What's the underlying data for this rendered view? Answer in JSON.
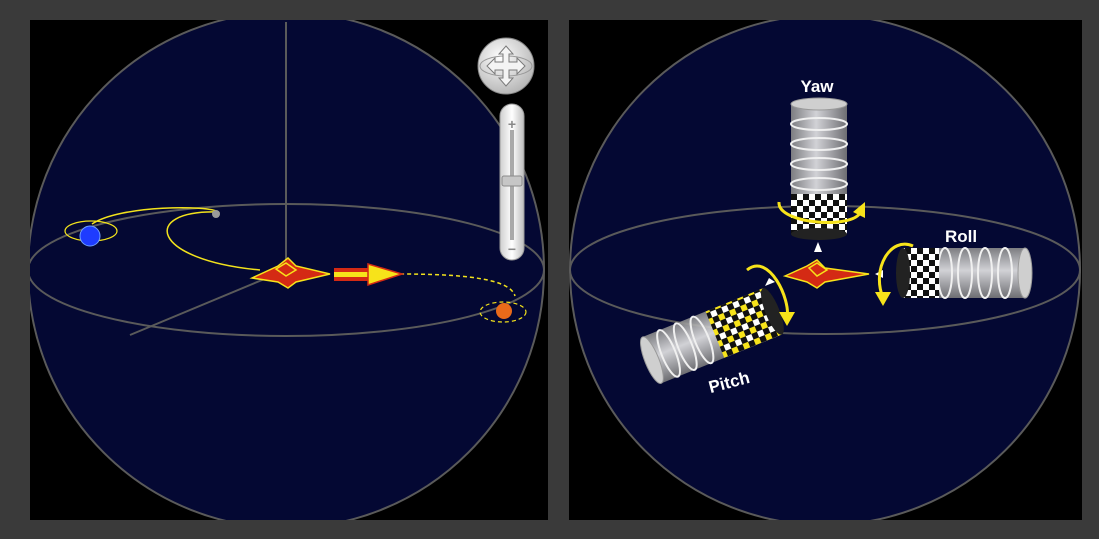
{
  "labels": {
    "yaw": "Yaw",
    "roll": "Roll",
    "pitch": "Pitch"
  },
  "controls": {
    "zoom_plus": "+",
    "zoom_minus": "−"
  },
  "colors": {
    "sphere": "#040833",
    "grid": "#5a5a5a",
    "ship_red": "#d42a14",
    "ship_yellow": "#f7e31a",
    "path_yellow": "#f2e21c",
    "planet_blue": "#1e3cff",
    "planet_orange": "#e96a1a"
  },
  "icons": [
    "navigation-rotate-icon",
    "zoom-slider-icon",
    "spaceship-icon",
    "thrust-arrow-icon",
    "rotation-arrow-icon"
  ]
}
